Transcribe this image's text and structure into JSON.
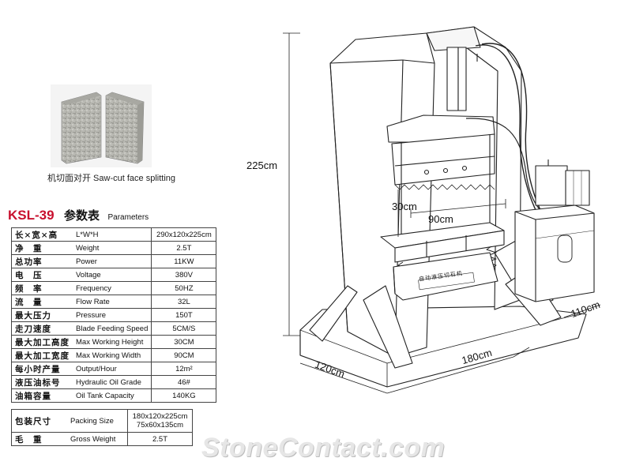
{
  "sample": {
    "caption": "机切面对开 Saw-cut face splitting"
  },
  "title": {
    "model": "KSL-39",
    "cn": "参数表",
    "en": "Parameters"
  },
  "specs": [
    {
      "cn": "长×宽×高",
      "en": "L*W*H",
      "value": "290x120x225cm"
    },
    {
      "cn": "净　重",
      "en": "Weight",
      "value": "2.5T"
    },
    {
      "cn": "总功率",
      "en": "Power",
      "value": "11KW"
    },
    {
      "cn": "电　压",
      "en": "Voltage",
      "value": "380V"
    },
    {
      "cn": "频　率",
      "en": "Frequency",
      "value": "50HZ"
    },
    {
      "cn": "流　量",
      "en": "Flow Rate",
      "value": "32L"
    },
    {
      "cn": "最大压力",
      "en": "Pressure",
      "value": "150T"
    },
    {
      "cn": "走刀速度",
      "en": "Blade Feeding Speed",
      "value": "5CM/S"
    },
    {
      "cn": "最大加工高度",
      "en": "Max Working Height",
      "value": "30CM"
    },
    {
      "cn": "最大加工宽度",
      "en": "Max Working Width",
      "value": "90CM"
    },
    {
      "cn": "每小时产量",
      "en": "Output/Hour",
      "value": "12m²"
    },
    {
      "cn": "液压油标号",
      "en": "Hydraulic Oil Grade",
      "value": "46#"
    },
    {
      "cn": "油箱容量",
      "en": "Oil Tank Capacity",
      "value": "140KG"
    }
  ],
  "packing": {
    "size_cn": "包装尺寸",
    "size_en": "Packing Size",
    "size_value_1": "180x120x225cm",
    "size_value_2": "75x60x135cm",
    "weight_cn": "毛　重",
    "weight_en": "Gross Weight",
    "weight_value": "2.5T"
  },
  "dimensions": {
    "height": "225cm",
    "max_height": "30cm",
    "max_width": "90cm",
    "depth": "110cm",
    "length": "180cm",
    "width": "120cm"
  },
  "machine_label": "自动液压切石机",
  "watermark": "StoneContact.com"
}
